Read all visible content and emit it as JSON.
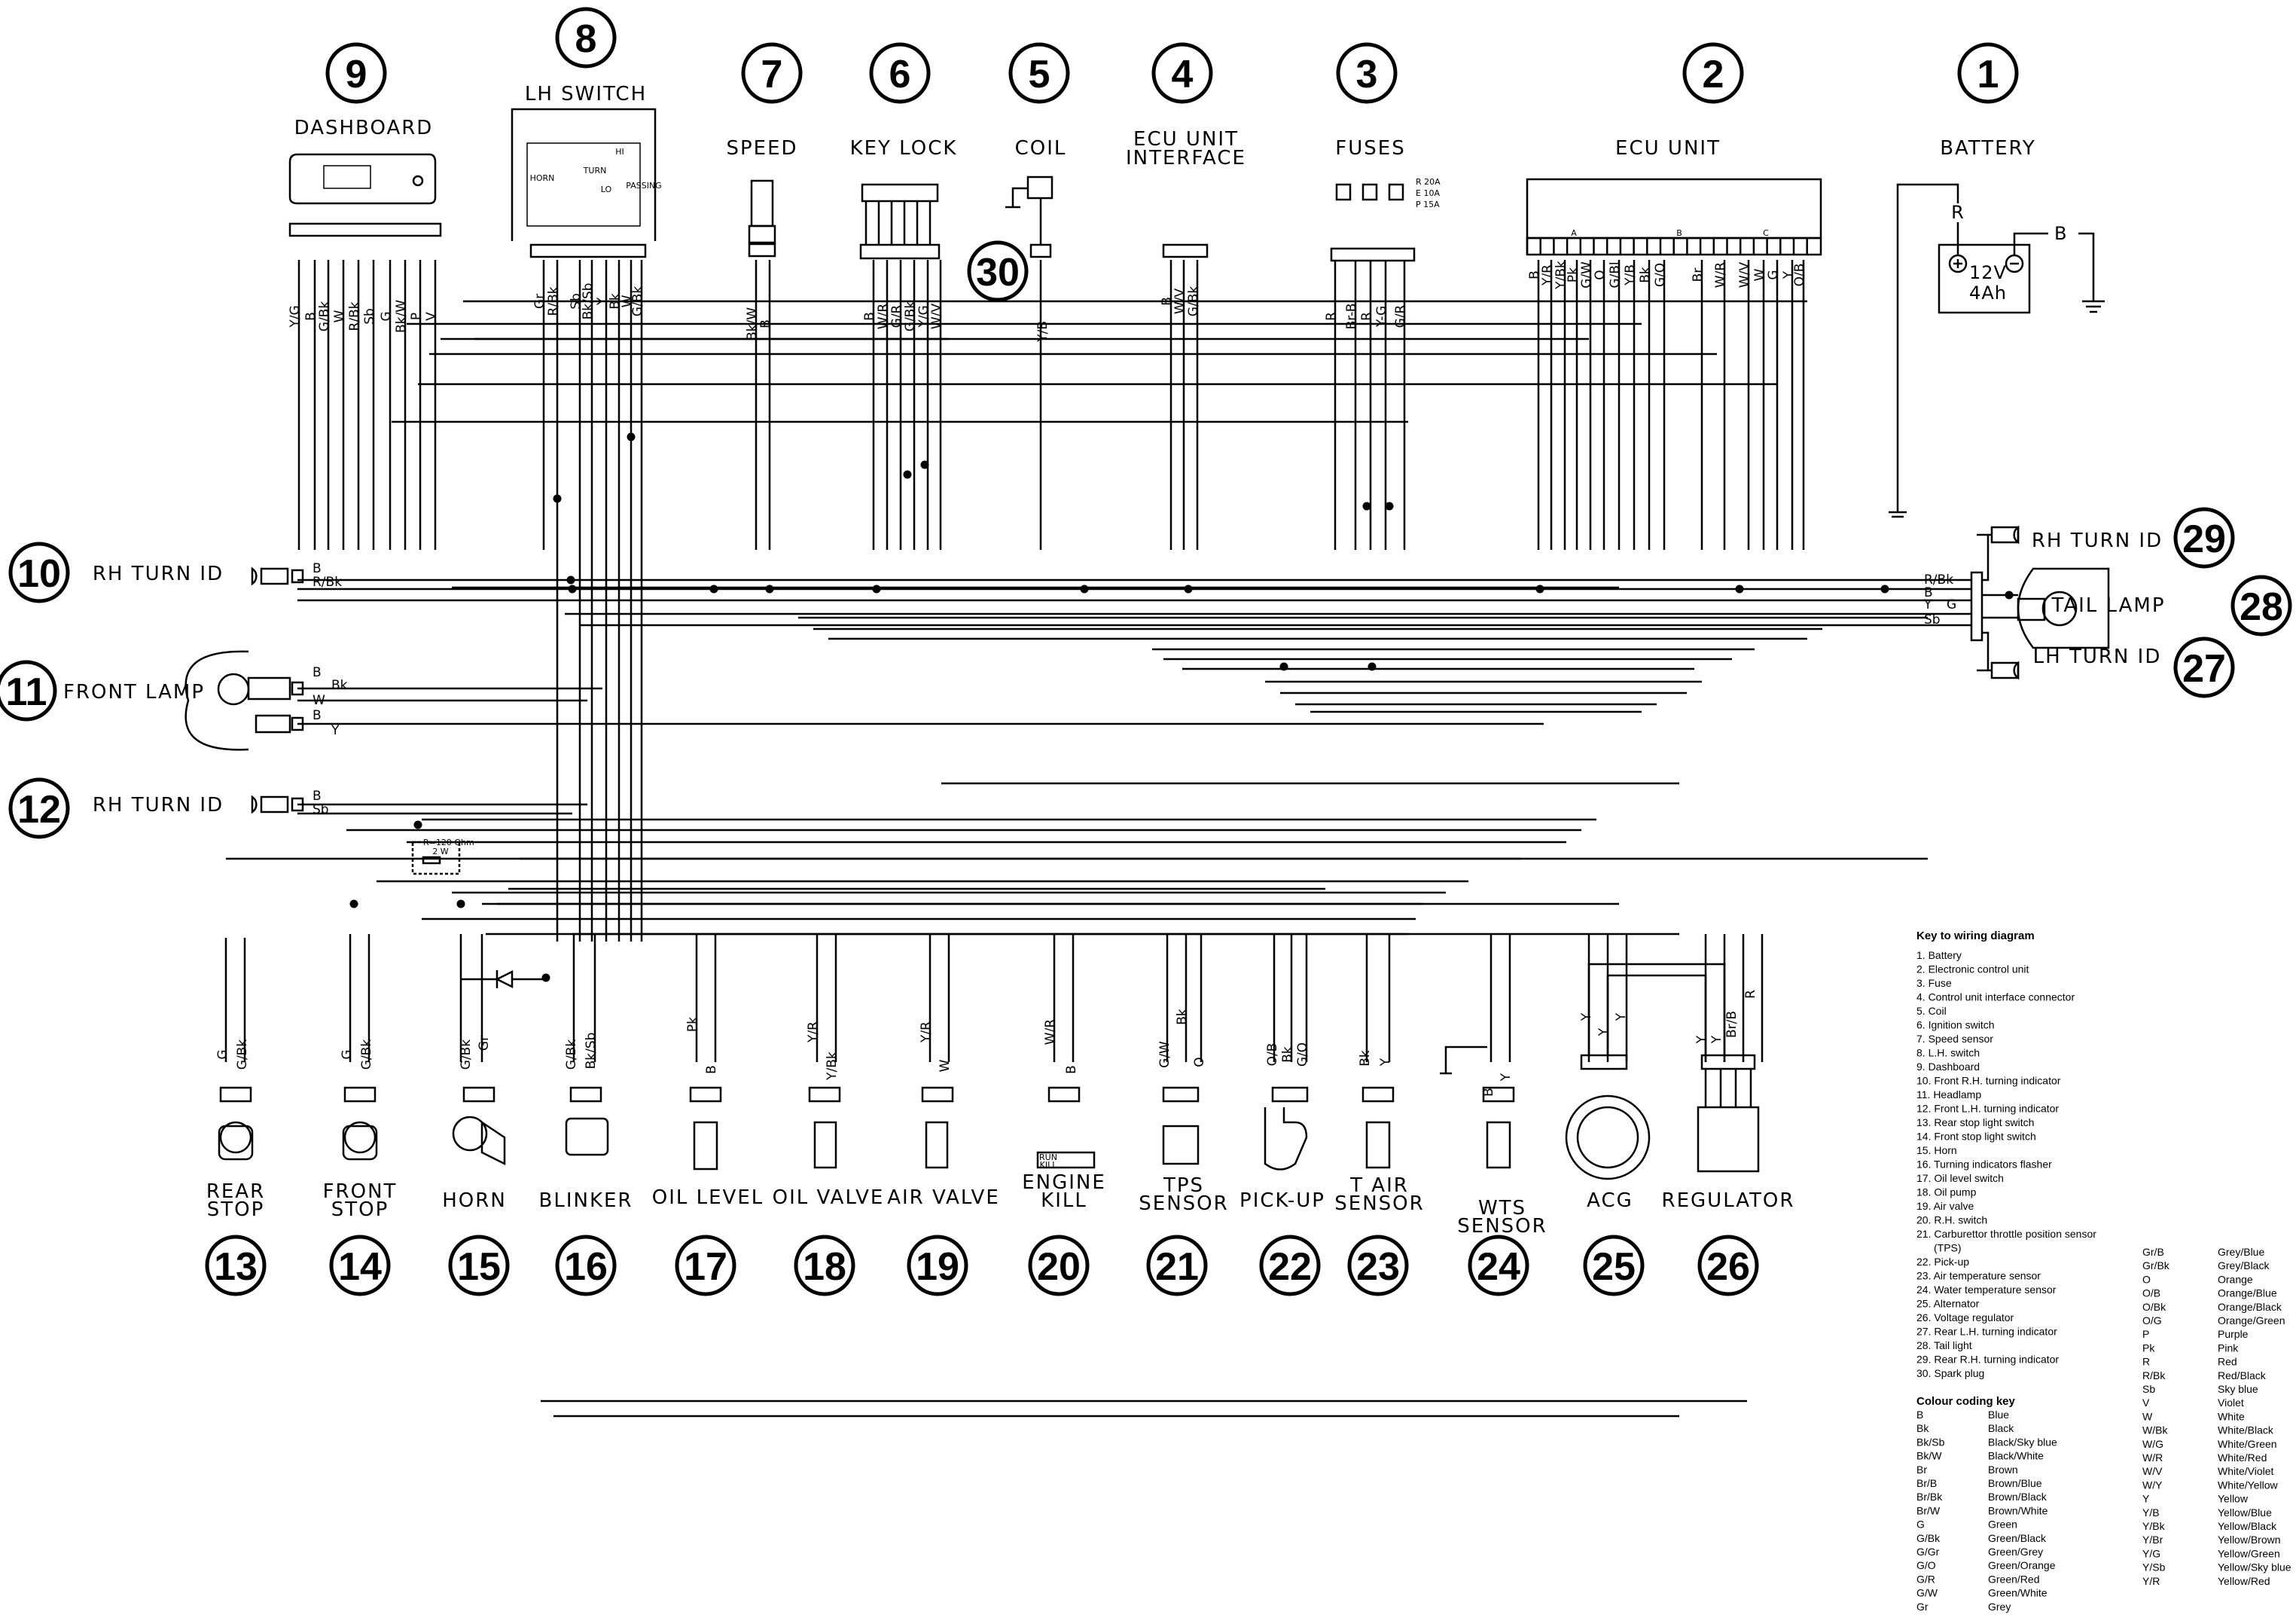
{
  "components": [
    {
      "n": "1",
      "label": "BATTERY"
    },
    {
      "n": "2",
      "label": "ECU UNIT"
    },
    {
      "n": "3",
      "label": "FUSES"
    },
    {
      "n": "4",
      "label": "ECU UNIT"
    },
    {
      "n": "5",
      "label": "COIL"
    },
    {
      "n": "6",
      "label": "KEY LOCK"
    },
    {
      "n": "7",
      "label": "SPEED"
    },
    {
      "n": "8",
      "label": "LH SWITCH"
    },
    {
      "n": "9",
      "label": "DASHBOARD"
    },
    {
      "n": "10",
      "label": "RH TURN ID"
    },
    {
      "n": "11",
      "label": "FRONT LAMP"
    },
    {
      "n": "12",
      "label": "RH TURN ID"
    },
    {
      "n": "13",
      "label": "REAR"
    },
    {
      "n": "14",
      "label": "FRONT"
    },
    {
      "n": "15",
      "label": "HORN"
    },
    {
      "n": "16",
      "label": "BLINKER"
    },
    {
      "n": "17",
      "label": "OIL LEVEL"
    },
    {
      "n": "18",
      "label": "OIL VALVE"
    },
    {
      "n": "19",
      "label": "AIR VALVE"
    },
    {
      "n": "20",
      "label": "ENGINE"
    },
    {
      "n": "21",
      "label": "TPS"
    },
    {
      "n": "22",
      "label": "PICK-UP"
    },
    {
      "n": "23",
      "label": "T AIR"
    },
    {
      "n": "24",
      "label": "WTS"
    },
    {
      "n": "25",
      "label": "ACG"
    },
    {
      "n": "26",
      "label": "REGULATOR"
    },
    {
      "n": "27",
      "label": "LH TURN ID"
    },
    {
      "n": "28",
      "label": "TAIL LAMP"
    },
    {
      "n": "29",
      "label": "RH TURN ID"
    },
    {
      "n": "30",
      "label": ""
    }
  ],
  "label_line2": {
    "ecu_interface": "INTERFACE",
    "rear_stop": "STOP",
    "front_stop": "STOP",
    "engine_kill": "KILL",
    "tps_sensor": "SENSOR",
    "tair_sensor": "SENSOR",
    "wts_sensor": "SENSOR"
  },
  "details": {
    "battery_rating": "12V",
    "battery_capacity": "4Ah",
    "battery_r": "R",
    "battery_b": "B",
    "fuse_r": "R 20A",
    "fuse_e": "E 10A",
    "fuse_p": "P 15A",
    "resistor": "R=120 Ohm",
    "resistor_w": "2 W",
    "ecu_block_a": "A",
    "ecu_block_b": "B",
    "ecu_block_c": "C",
    "lh_horn": "HORN",
    "lh_turn": "TURN",
    "lh_passing": "PASSING",
    "lh_hi": "HI",
    "lh_lo": "LO",
    "kill_run": "RUN",
    "kill_kill": "KILL"
  },
  "wire_labels": {
    "dash": [
      "Y/G",
      "B",
      "G/Bk",
      "W",
      "R/Bk",
      "Sb",
      "G",
      "Bk/W",
      "P",
      "V"
    ],
    "lhsw": [
      "Gr",
      "R/Bk",
      "Sb",
      "Bk/Sb",
      "Y",
      "Bk",
      "W",
      "G/Bk"
    ],
    "speed": [
      "Bk/W",
      "B"
    ],
    "key": [
      "B",
      "W/R",
      "G/R",
      "G/Bk",
      "Y/G",
      "W/V"
    ],
    "coil": "Y/B",
    "ecuif": [
      "B",
      "W/V",
      "G/Bk"
    ],
    "fuses": [
      "R",
      "Br-B",
      "R",
      "Y-G",
      "G/R"
    ],
    "ecu": [
      "B",
      "Y/R",
      "Y/Bk",
      "Pk",
      "G/W",
      "O",
      "G/Bl",
      "Y/B",
      "Bk",
      "G/O",
      "Br",
      "W/R",
      "W/V",
      "W",
      "G",
      "Y",
      "O/B"
    ],
    "front_lamp": [
      "B",
      "Bk",
      "W",
      "B",
      "Y"
    ],
    "rh_turn_top": [
      "B",
      "R/Bk"
    ],
    "rh_turn_bot": [
      "B",
      "Sb"
    ],
    "rear": [
      "R/Bk",
      "B",
      "Y",
      "G",
      "Sb"
    ],
    "rear_stop": [
      "G",
      "G/Bk"
    ],
    "front_stop": [
      "G",
      "G/Bk"
    ],
    "horn": [
      "G/Bk",
      "Gr"
    ],
    "blinker": [
      "G/Bk",
      "Bk/Sb"
    ],
    "oil_level": [
      "Pk",
      "B"
    ],
    "oil_valve": [
      "Y/R",
      "Y/Bk"
    ],
    "air_valve": [
      "Y/R",
      "W"
    ],
    "engine_kill": [
      "W/R",
      "B"
    ],
    "tps": [
      "G/W",
      "Bk",
      "O"
    ],
    "pickup": [
      "O/B",
      "Bk",
      "G/O"
    ],
    "tair": [
      "Bk",
      "Y"
    ],
    "wts": [
      "B",
      "Y"
    ],
    "acg": [
      "Y",
      "Y",
      "Y"
    ],
    "regulator": [
      "Y",
      "Y",
      "Br/B",
      "R"
    ]
  },
  "key_title": "Key to wiring diagram",
  "key_items": [
    "1.  Battery",
    "2.  Electronic control unit",
    "3.  Fuse",
    "4.  Control unit interface connector",
    "5.  Coil",
    "6.  Ignition switch",
    "7.  Speed sensor",
    "8.  L.H. switch",
    "9.  Dashboard",
    "10. Front R.H. turning indicator",
    "11. Headlamp",
    "12. Front L.H. turning indicator",
    "13. Rear stop light switch",
    "14. Front stop light switch",
    "15. Horn",
    "16. Turning indicators flasher",
    "17. Oil level switch",
    "18. Oil pump",
    "19. Air valve",
    "20. R.H. switch",
    "21. Carburettor throttle position sensor",
    "(TPS)",
    "22. Pick-up",
    "23. Air temperature sensor",
    "24. Water temperature sensor",
    "25. Alternator",
    "26. Voltage regulator",
    "27. Rear L.H. turning indicator",
    "28. Tail light",
    "29. Rear R.H. turning indicator",
    "30. Spark plug"
  ],
  "colour_title": "Colour coding key",
  "colour_left": [
    [
      "B",
      "Blue"
    ],
    [
      "Bk",
      "Black"
    ],
    [
      "Bk/Sb",
      "Black/Sky blue"
    ],
    [
      "Bk/W",
      "Black/White"
    ],
    [
      "Br",
      "Brown"
    ],
    [
      "Br/B",
      "Brown/Blue"
    ],
    [
      "Br/Bk",
      "Brown/Black"
    ],
    [
      "Br/W",
      "Brown/White"
    ],
    [
      "G",
      "Green"
    ],
    [
      "G/Bk",
      "Green/Black"
    ],
    [
      "G/Gr",
      "Green/Grey"
    ],
    [
      "G/O",
      "Green/Orange"
    ],
    [
      "G/R",
      "Green/Red"
    ],
    [
      "G/W",
      "Green/White"
    ],
    [
      "Gr",
      "Grey"
    ]
  ],
  "colour_right": [
    [
      "Gr/B",
      "Grey/Blue"
    ],
    [
      "Gr/Bk",
      "Grey/Black"
    ],
    [
      "O",
      "Orange"
    ],
    [
      "O/B",
      "Orange/Blue"
    ],
    [
      "O/Bk",
      "Orange/Black"
    ],
    [
      "O/G",
      "Orange/Green"
    ],
    [
      "P",
      "Purple"
    ],
    [
      "Pk",
      "Pink"
    ],
    [
      "R",
      "Red"
    ],
    [
      "R/Bk",
      "Red/Black"
    ],
    [
      "Sb",
      "Sky blue"
    ],
    [
      "V",
      "Violet"
    ],
    [
      "W",
      "White"
    ],
    [
      "W/Bk",
      "White/Black"
    ],
    [
      "W/G",
      "White/Green"
    ],
    [
      "W/R",
      "White/Red"
    ],
    [
      "W/V",
      "White/Violet"
    ],
    [
      "W/Y",
      "White/Yellow"
    ],
    [
      "Y",
      "Yellow"
    ],
    [
      "Y/B",
      "Yellow/Blue"
    ],
    [
      "Y/Bk",
      "Yellow/Black"
    ],
    [
      "Y/Br",
      "Yellow/Brown"
    ],
    [
      "Y/G",
      "Yellow/Green"
    ],
    [
      "Y/Sb",
      "Yellow/Sky blue"
    ],
    [
      "Y/R",
      "Yellow/Red"
    ]
  ]
}
